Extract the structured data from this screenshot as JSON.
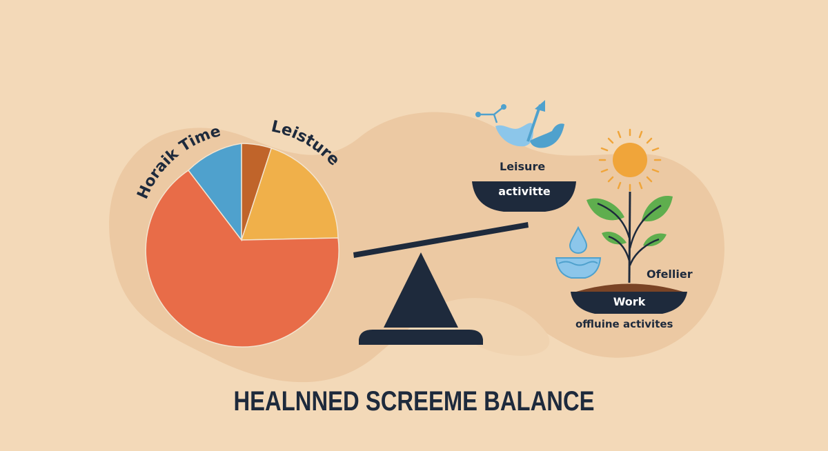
{
  "title": "HEALNNED SCREEME BALANCE",
  "colors": {
    "background": "#f3d9b8",
    "blob": "#ecc9a3",
    "dark": "#1e2a3c",
    "pie_red": "#e86c48",
    "pie_yellow": "#f0b04a",
    "pie_brown": "#c0642a",
    "pie_blue": "#4fa1cd",
    "leaf_green": "#5fae4e",
    "sun": "#f0a53a",
    "soil": "#7a4426",
    "water": "#8cc6ea"
  },
  "pie": {
    "label_left": "Horaik Time",
    "label_right": "Leisture"
  },
  "left_pan": {
    "label_above": "Leisure",
    "label_in": "activitte"
  },
  "right_pan": {
    "label_side": "Ofellier",
    "label_in": "Work",
    "label_below": "offluine activites"
  },
  "icons": [
    "pie-chart-icon",
    "balance-scale-icon",
    "chart-splash-icon",
    "sun-icon",
    "plant-icon",
    "water-drop-icon",
    "water-bowl-icon"
  ],
  "chart_data": {
    "type": "pie",
    "title": "HEALNNED SCREEME BALANCE",
    "categories": [
      "Brown segment",
      "Leisture",
      "Red segment",
      "Horaik Time"
    ],
    "values": [
      5,
      20,
      64,
      11
    ],
    "colors": [
      "#c0642a",
      "#f0b04a",
      "#e86c48",
      "#4fa1cd"
    ],
    "annotations": [
      "Horaik Time",
      "Leisture"
    ],
    "start_angle_deg": 0,
    "direction": "clockwise"
  }
}
